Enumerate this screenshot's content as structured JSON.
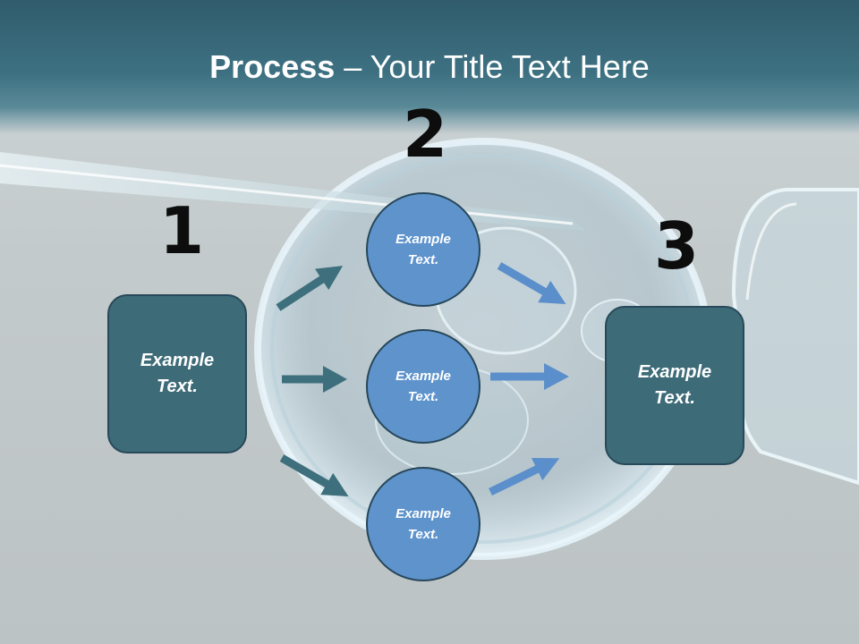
{
  "title": {
    "strong": "Process",
    "rest": " – Your Title Text Here"
  },
  "steps": {
    "one": "1",
    "two": "2",
    "three": "3"
  },
  "left_box": {
    "line1": "Example",
    "line2": "Text."
  },
  "circles": [
    {
      "line1": "Example",
      "line2": "Text."
    },
    {
      "line1": "Example",
      "line2": "Text."
    },
    {
      "line1": "Example",
      "line2": "Text."
    }
  ],
  "right_box": {
    "line1": "Example",
    "line2": "Text."
  },
  "colors": {
    "header": "#3d7182",
    "box": "#3d6b78",
    "circle": "#5f93cc",
    "arrow_dark": "#3e6f7c",
    "arrow_light": "#5b8fcb"
  }
}
